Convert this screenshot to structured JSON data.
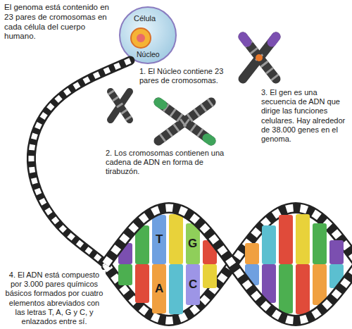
{
  "diagram": {
    "title": "El genoma está contenido en 23 pares de cromosomas en cada célula del cuerpo humano.",
    "labels": [
      "Célula",
      "Núcleo",
      "1. El Núcleo contiene 23 pares de cromosomas.",
      "2. Los cromosomas contienen una cadena de ADN en forma de tirabuzón.",
      "3. El gen es una secuencia de ADN que dirige las funciones celulares. Hay alrededor de 38.000 genes en el genoma.",
      "4. El ADN está compuesto por 3.000 pares químicos básicos formados por cuatro elementos abreviados con las letras T, A, G y C, y enlazados entre sí.",
      "T",
      "G",
      "A",
      "C"
    ]
  }
}
